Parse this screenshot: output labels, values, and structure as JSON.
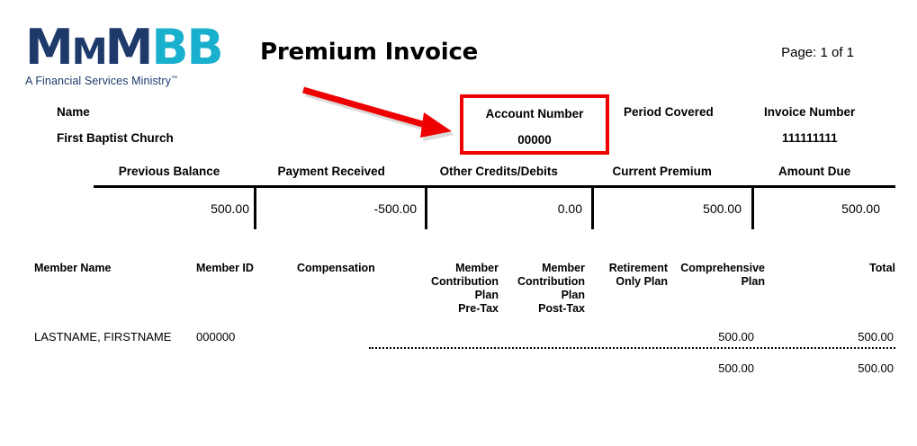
{
  "logo": {
    "wordmark_part1": "M",
    "wordmark_part2": "M",
    "wordmark_part3": "BB",
    "tagline": "A Financial Services Ministry",
    "trademark": "™",
    "color_dark": "#1d3a6b",
    "color_light": "#18b0cd"
  },
  "header": {
    "title": "Premium Invoice",
    "page_number": "Page: 1 of 1"
  },
  "account": {
    "name_label": "Name",
    "name_value": "First Baptist Church",
    "account_number_label": "Account Number",
    "account_number_value": "00000",
    "period_covered_label": "Period Covered",
    "period_covered_value": "",
    "invoice_number_label": "Invoice Number",
    "invoice_number_value": "111111111",
    "highlight_color": "#ee0000"
  },
  "callout": {
    "arrow_color": "#ee0000",
    "arrow_target": "account-number-box"
  },
  "summary": {
    "headers": [
      "Previous Balance",
      "Payment Received",
      "Other Credits/Debits",
      "Current Premium",
      "Amount Due"
    ],
    "values": [
      "500.00",
      "-500.00",
      "0.00",
      "500.00",
      "500.00"
    ]
  },
  "detail": {
    "headers": [
      "Member Name",
      "Member ID",
      "Compensation",
      "Member\nContribution\nPlan\nPre-Tax",
      "Member\nContribution\nPlan\nPost-Tax",
      "Retirement\nOnly Plan",
      "Comprehensive\nPlan",
      "Total"
    ],
    "header_lines": {
      "member_name": "Member Name",
      "member_id": "Member ID",
      "compensation": "Compensation",
      "pre_tax_l1": "Member",
      "pre_tax_l2": "Contribution",
      "pre_tax_l3": "Plan",
      "pre_tax_l4": "Pre-Tax",
      "post_tax_l1": "Member",
      "post_tax_l2": "Contribution",
      "post_tax_l3": "Plan",
      "post_tax_l4": "Post-Tax",
      "retirement_l1": "Retirement",
      "retirement_l2": "Only Plan",
      "comprehensive_l1": "Comprehensive",
      "comprehensive_l2": "Plan",
      "total": "Total"
    },
    "rows": [
      {
        "member_name": "LASTNAME, FIRSTNAME",
        "member_id": "000000",
        "compensation": "",
        "pre_tax": "",
        "post_tax": "",
        "retirement_only": "",
        "comprehensive": "500.00",
        "total": "500.00"
      }
    ],
    "totals": {
      "member_name": "",
      "member_id": "",
      "compensation": "",
      "pre_tax": "",
      "post_tax": "",
      "retirement_only": "",
      "comprehensive": "500.00",
      "total": "500.00"
    }
  }
}
